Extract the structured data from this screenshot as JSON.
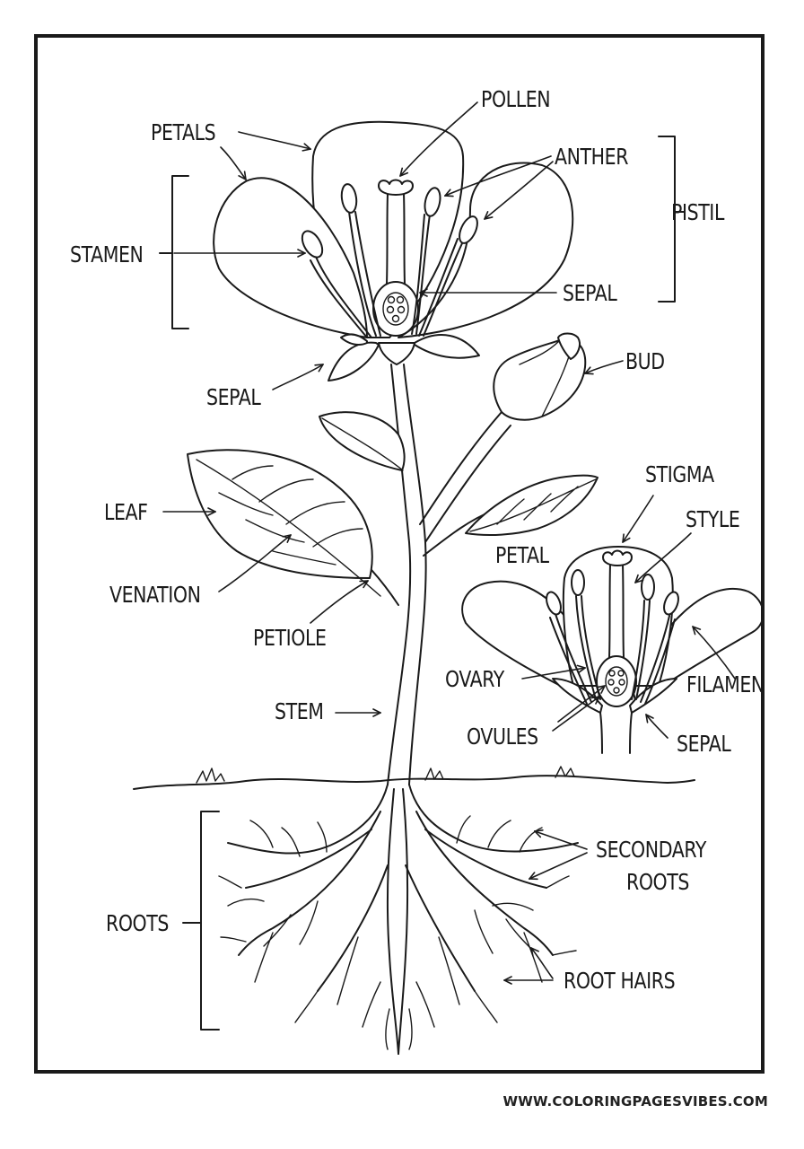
{
  "labels": {
    "pollen": "POLLEN",
    "petals": "PETALS",
    "anther": "ANTHER",
    "pistil": "PISTIL",
    "stamen": "STAMEN",
    "sepal_top": "SEPAL",
    "sepal_left": "SEPAL",
    "bud": "BUD",
    "stigma": "STIGMA",
    "style": "STYLE",
    "petal": "PETAL",
    "leaf": "LEAF",
    "venation": "VENATION",
    "petiole": "PETIOLE",
    "ovary": "OVARY",
    "filament": "FILAMENT",
    "stem": "STEM",
    "ovules": "OVULES",
    "sepal_detail": "SEPAL",
    "secondary_roots_line1": "SECONDARY",
    "secondary_roots_line2": "ROOTS",
    "roots": "ROOTS",
    "root_hairs": "ROOT HAIRS"
  },
  "footer": {
    "website": "WWW.COLORINGPAGESVIBES.COM"
  }
}
